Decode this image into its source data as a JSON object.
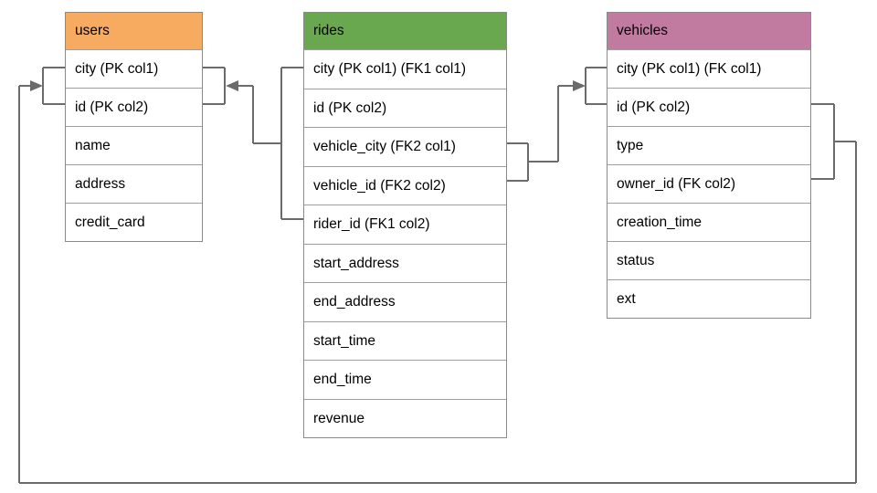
{
  "diagram": {
    "background_color": "#ffffff",
    "connector_color": "#6b6b6b",
    "table_border_color": "#9e9e9e",
    "text_color": "#000000",
    "tables": [
      {
        "name": "users",
        "header_color": "#f6ab61",
        "columns": [
          "city (PK col1)",
          "id (PK col2)",
          "name",
          "address",
          "credit_card"
        ]
      },
      {
        "name": "rides",
        "header_color": "#6aa84f",
        "columns": [
          "city (PK col1) (FK1 col1)",
          "id (PK col2)",
          "vehicle_city (FK2 col1)",
          "vehicle_id (FK2 col2)",
          "rider_id (FK1 col2)",
          "start_address",
          "end_address",
          "start_time",
          "end_time",
          "revenue"
        ]
      },
      {
        "name": "vehicles",
        "header_color": "#c27ba0",
        "columns": [
          "city (PK col1) (FK col1)",
          "id (PK col2)",
          "type",
          "owner_id (FK col2)",
          "creation_time",
          "status",
          "ext"
        ]
      }
    ],
    "relationships": [
      {
        "from": "rides (city, rider_id)",
        "to": "users (city, id)"
      },
      {
        "from": "rides (vehicle_city, vehicle_id)",
        "to": "vehicles (city, id)"
      },
      {
        "from": "vehicles (id, owner_id)",
        "to": "users (city, id)"
      }
    ]
  }
}
